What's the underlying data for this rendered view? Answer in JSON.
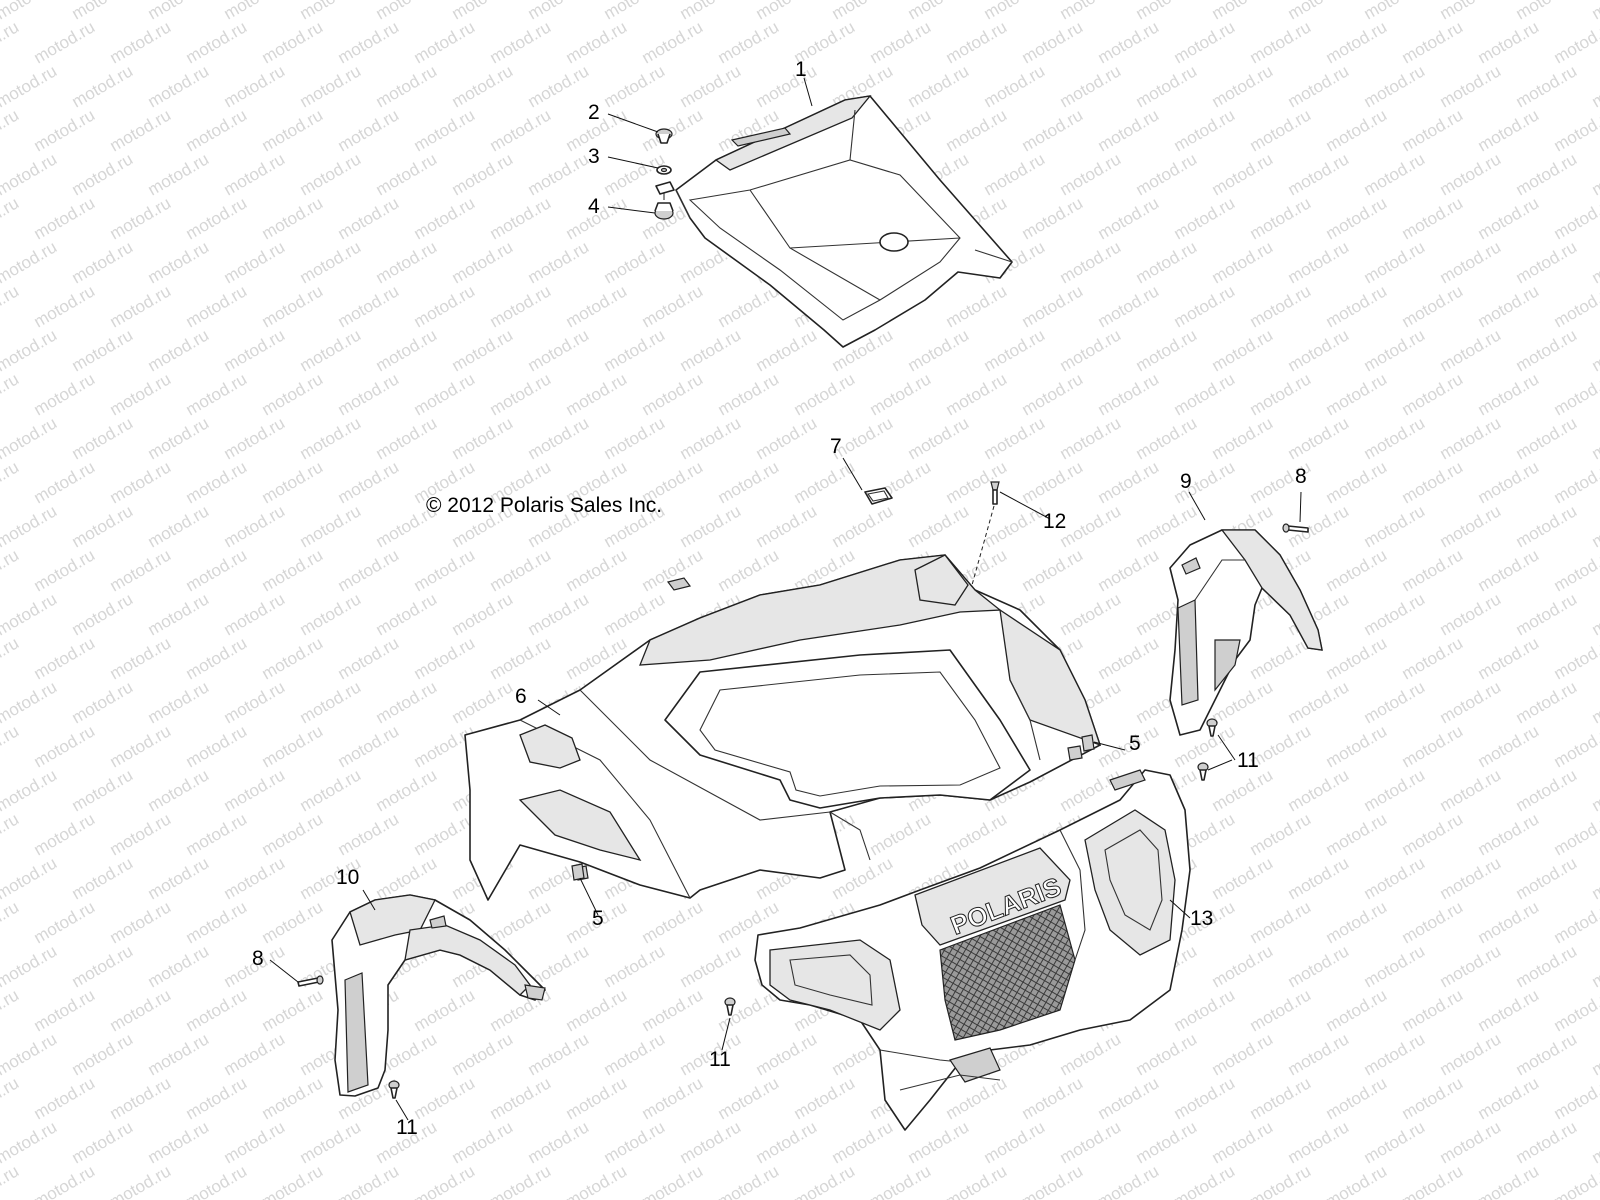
{
  "watermark": {
    "text": "motod.ru",
    "color": "#d6d6d6"
  },
  "copyright": "© 2012 Polaris Sales Inc.",
  "brand_text": "POLARIS",
  "callouts": [
    {
      "id": "c1",
      "label": "1"
    },
    {
      "id": "c2",
      "label": "2"
    },
    {
      "id": "c3",
      "label": "3"
    },
    {
      "id": "c4",
      "label": "4"
    },
    {
      "id": "c5a",
      "label": "5"
    },
    {
      "id": "c5b",
      "label": "5"
    },
    {
      "id": "c6",
      "label": "6"
    },
    {
      "id": "c7",
      "label": "7"
    },
    {
      "id": "c8a",
      "label": "8"
    },
    {
      "id": "c8b",
      "label": "8"
    },
    {
      "id": "c9",
      "label": "9"
    },
    {
      "id": "c10",
      "label": "10"
    },
    {
      "id": "c11a",
      "label": "11"
    },
    {
      "id": "c11b",
      "label": "11"
    },
    {
      "id": "c11c",
      "label": "11"
    },
    {
      "id": "c12",
      "label": "12"
    },
    {
      "id": "c13",
      "label": "13"
    }
  ]
}
